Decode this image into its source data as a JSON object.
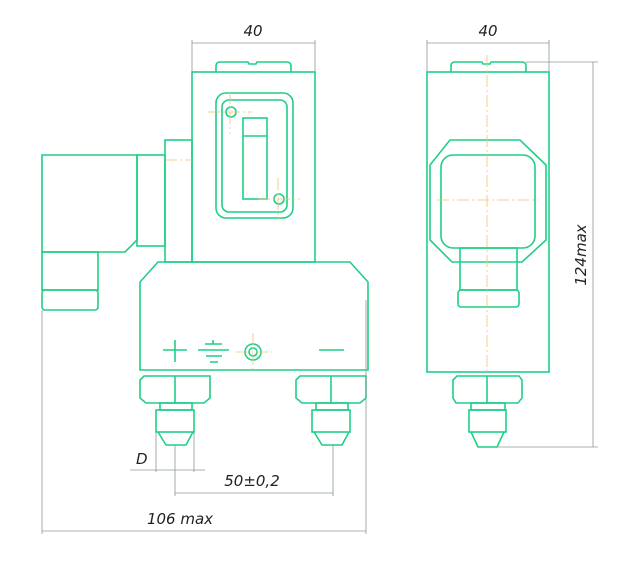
{
  "dimensions": {
    "front_width": "40",
    "side_width": "40",
    "height": "124max",
    "thread": "D",
    "port_spacing": "50±0,2",
    "total_width": "106 max"
  },
  "colors": {
    "outline": "#1fcf86",
    "centerline": "#f0c070",
    "dimension": "#8a9a96"
  }
}
